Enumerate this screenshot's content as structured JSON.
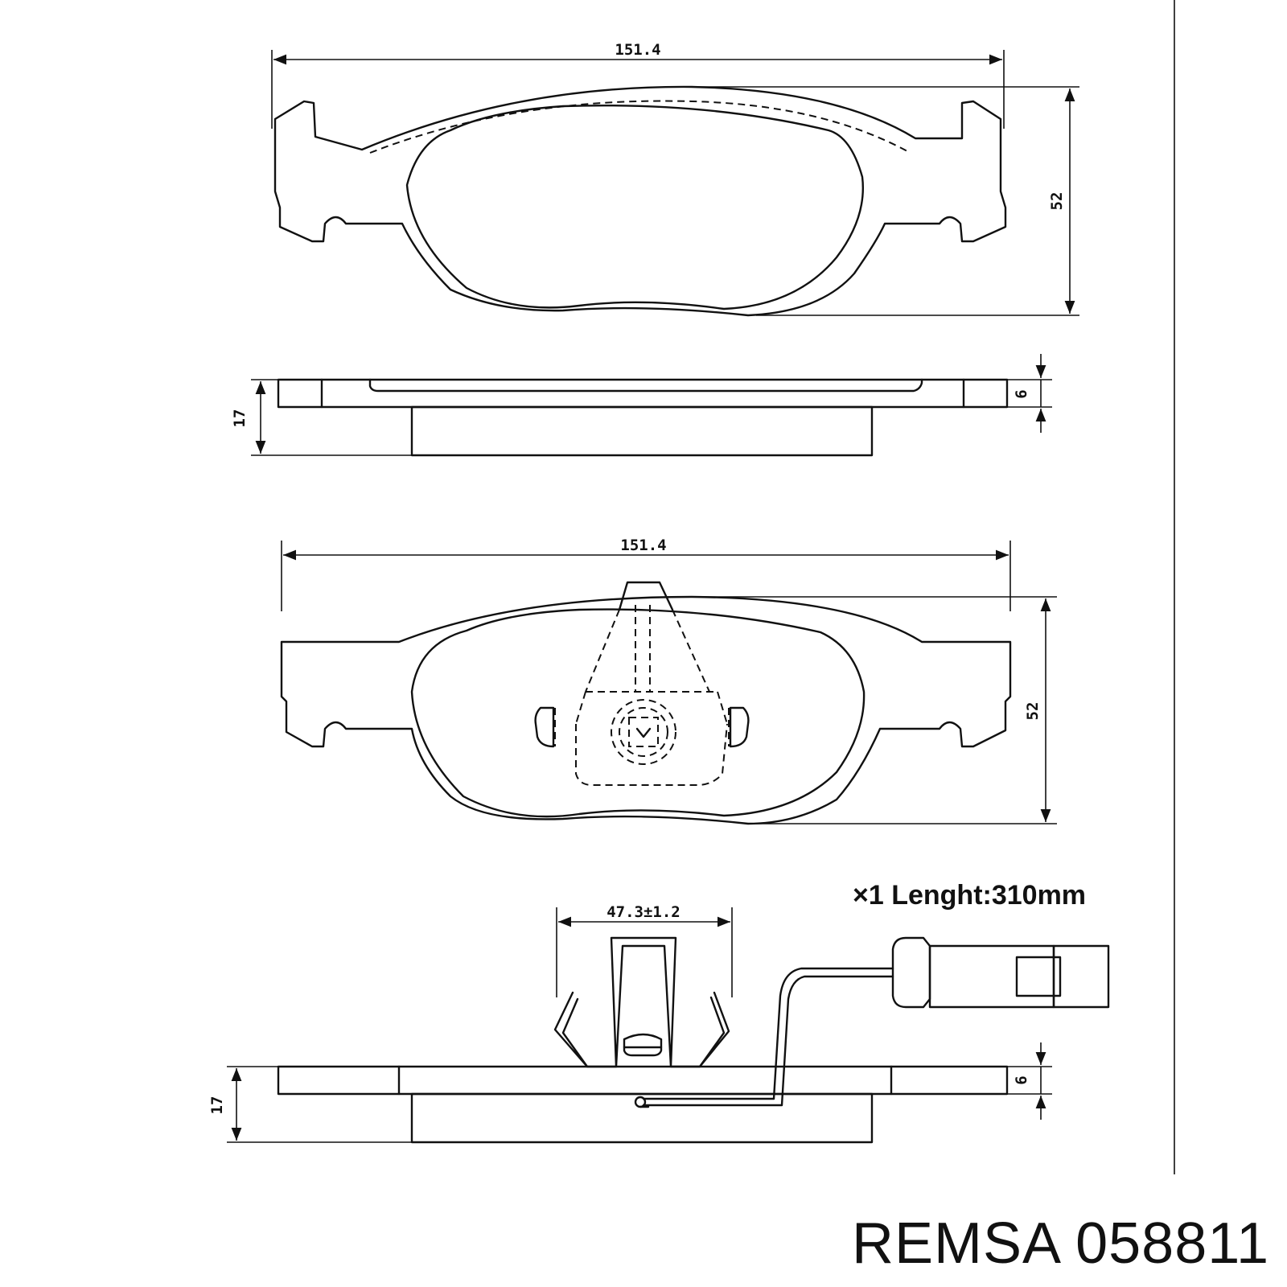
{
  "dimensions": {
    "top_width": "151.4",
    "top_height": "52",
    "side1_thickness": "17",
    "side1_plate": "6",
    "bottom_width": "151.4",
    "bottom_height": "52",
    "clip_width": "47.3±1.2",
    "side2_thickness": "17",
    "side2_plate": "6"
  },
  "note": {
    "text": "×1  Lenght:310mm"
  },
  "branding": {
    "label": "REMSA 058811"
  }
}
